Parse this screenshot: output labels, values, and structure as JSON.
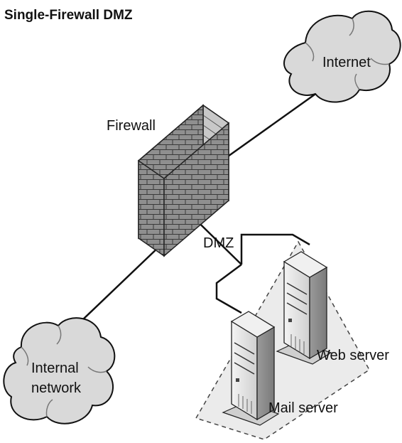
{
  "diagram": {
    "title": "Single-Firewall DMZ",
    "nodes": {
      "internet": "Internet",
      "firewall": "Firewall",
      "dmz": "DMZ",
      "internal_line1": "Internal",
      "internal_line2": "network",
      "web_server": "Web server",
      "mail_server": "Mail server"
    },
    "icons": [
      "cloud-icon",
      "firewall-brick-wall-icon",
      "tower-server-icon"
    ],
    "colors": {
      "cloud_fill": "#d9d9d9",
      "wall_front": "#8f8f8f",
      "wall_top": "#dcdcdc",
      "wall_side": "#c8c8c8",
      "server_fill": "#e6e6e6",
      "zone_fill": "#ebebeb"
    }
  }
}
